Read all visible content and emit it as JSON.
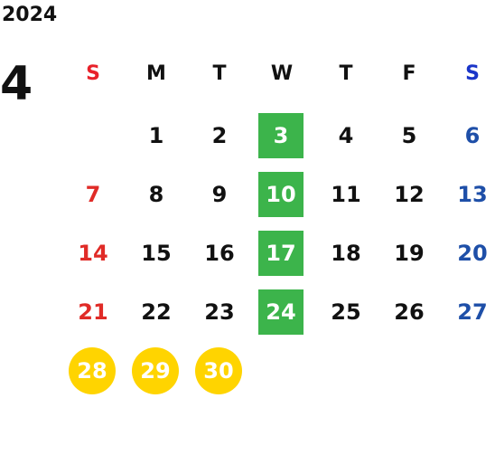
{
  "calendar": {
    "year": "2024",
    "month": "4",
    "weekdays": [
      "S",
      "M",
      "T",
      "W",
      "T",
      "F",
      "S"
    ],
    "rows": [
      [
        "",
        "1",
        "2",
        "3",
        "4",
        "5",
        "6"
      ],
      [
        "7",
        "8",
        "9",
        "10",
        "11",
        "12",
        "13"
      ],
      [
        "14",
        "15",
        "16",
        "17",
        "18",
        "19",
        "20"
      ],
      [
        "21",
        "22",
        "23",
        "24",
        "25",
        "26",
        "27"
      ],
      [
        "28",
        "29",
        "30",
        "",
        "",
        "",
        ""
      ]
    ]
  },
  "colors": {
    "sunday_header": "#e8212a",
    "saturday_header": "#1a35c9",
    "sunday_day": "#e02b27",
    "saturday_day": "#1e4fa8",
    "wednesday_highlight": "#3cb44b",
    "circle_highlight": "#ffd400"
  }
}
